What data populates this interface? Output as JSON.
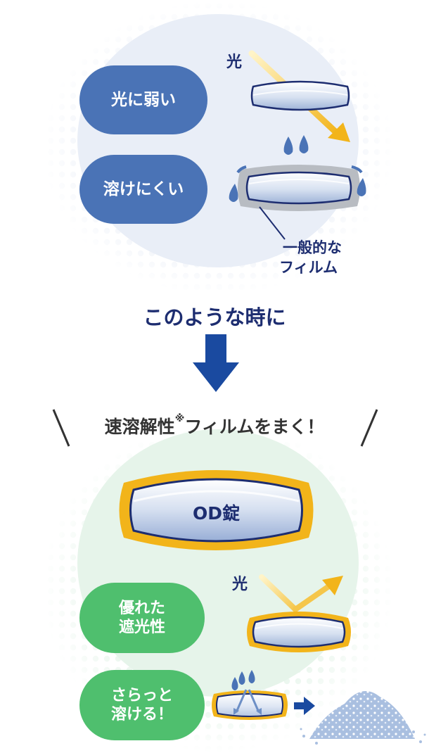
{
  "top": {
    "weak_light_label": "光に弱い",
    "hard_dissolve_label": "溶けにくい",
    "light_label": "光",
    "film_label_line1": "一般的な",
    "film_label_line2": "フィルム"
  },
  "middle": {
    "transition_text": "このような時に",
    "headline_main": "速溶解性",
    "headline_mark": "※",
    "headline_rest": "フィルムをまく！"
  },
  "bottom": {
    "tablet_label": "OD錠",
    "light_label": "光",
    "shade_line1": "優れた",
    "shade_line2": "遮光性",
    "dissolve_line1": "さらっと",
    "dissolve_line2": "溶ける！"
  },
  "colors": {
    "blue_pill": "#4a73b6",
    "green_pill": "#4fbf6e",
    "navy": "#1d2d70",
    "arrow_blue": "#1a4aa0",
    "gold": "#f2b41a",
    "light_arrow": "#f5c64a",
    "gray_ring": "#b8bcc2"
  }
}
